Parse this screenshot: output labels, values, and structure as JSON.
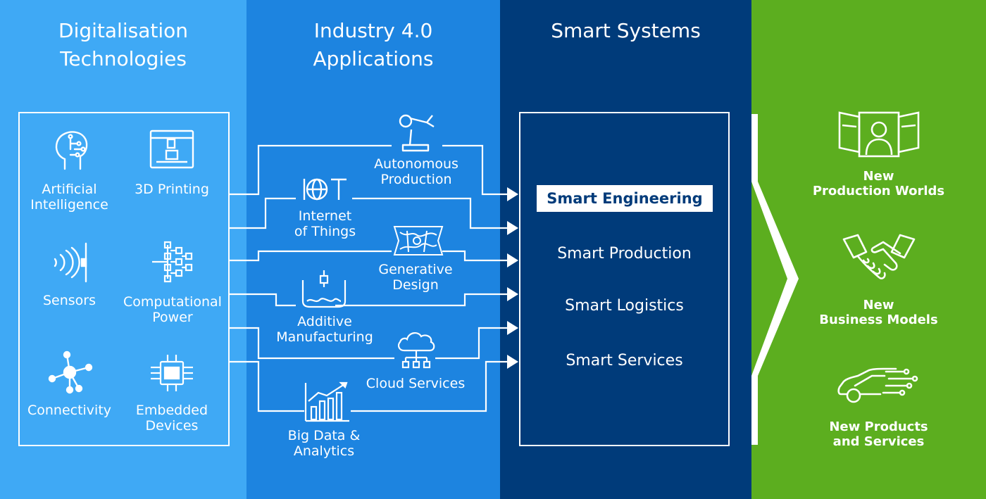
{
  "columns": {
    "digitalisation": {
      "title_line1": "Digitalisation",
      "title_line2": "Technologies"
    },
    "industry": {
      "title_line1": "Industry 4.0",
      "title_line2": "Applications"
    },
    "smart": {
      "title": "Smart Systems"
    }
  },
  "technologies": [
    {
      "line1": "Artificial",
      "line2": "Intelligence",
      "icon": "brain-circuit-icon"
    },
    {
      "line1": "3D Printing",
      "line2": "",
      "icon": "3d-printer-icon"
    },
    {
      "line1": "Sensors",
      "line2": "",
      "icon": "sensor-waves-icon"
    },
    {
      "line1": "Computational",
      "line2": "Power",
      "icon": "network-tree-icon"
    },
    {
      "line1": "Connectivity",
      "line2": "",
      "icon": "connectivity-hub-icon"
    },
    {
      "line1": "Embedded",
      "line2": "Devices",
      "icon": "microchip-icon"
    }
  ],
  "applications": [
    {
      "line1": "Autonomous",
      "line2": "Production",
      "icon": "robot-arm-icon"
    },
    {
      "line1": "Internet",
      "line2": "of Things",
      "icon": "iot-globe-icon"
    },
    {
      "line1": "Generative",
      "line2": "Design",
      "icon": "generative-mesh-icon"
    },
    {
      "line1": "Additive",
      "line2": "Manufacturing",
      "icon": "additive-printer-icon"
    },
    {
      "line1": "Cloud Services",
      "line2": "",
      "icon": "cloud-network-icon"
    },
    {
      "line1": "Big Data &",
      "line2": "Analytics",
      "icon": "growth-chart-icon"
    }
  ],
  "iot_logo_text": "IOT",
  "smart_systems": [
    "Smart Engineering",
    "Smart Production",
    "Smart Logistics",
    "Smart Services"
  ],
  "outcomes": [
    {
      "line1": "New",
      "line2": "Production Worlds",
      "icon": "production-worlds-icon"
    },
    {
      "line1": "New",
      "line2": "Business Models",
      "icon": "handshake-icon"
    },
    {
      "line1": "New Products",
      "line2": "and Services",
      "icon": "connected-car-icon"
    }
  ],
  "colors": {
    "band1": "#3fa9f5",
    "band2": "#1d84e0",
    "band3": "#003b7a",
    "band4": "#5cae1f"
  }
}
